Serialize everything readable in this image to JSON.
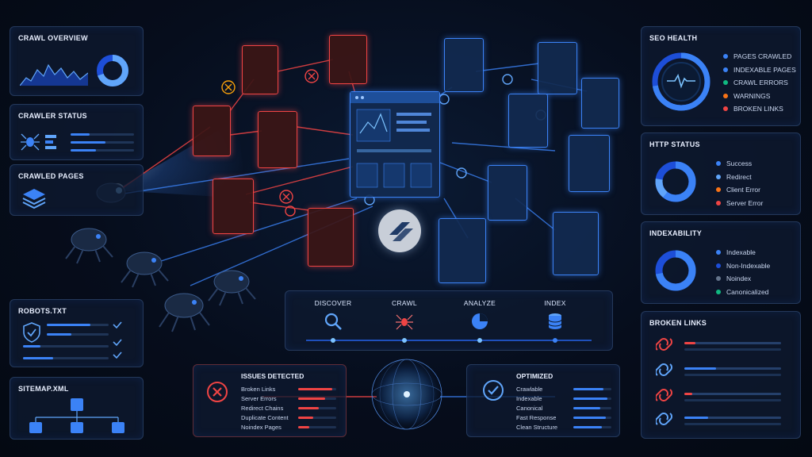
{
  "colors": {
    "accent_blue": "#3b82f6",
    "accent_red": "#ef4444",
    "accent_green": "#10b981",
    "accent_orange": "#f97316",
    "panel_bg": "#0e1a30"
  },
  "left": {
    "crawl_overview": {
      "title": "CRAWL OVERVIEW",
      "icons": [
        "area-chart-icon",
        "donut-chart-icon"
      ]
    },
    "crawler_status": {
      "title": "CRAWLER STATUS",
      "icons": [
        "spider-icon",
        "code-icon"
      ]
    },
    "crawled_pages": {
      "title": "CRAWLED PAGES",
      "icons": [
        "layers-icon"
      ]
    },
    "robots_txt": {
      "title": "ROBOTS.TXT",
      "icons": [
        "shield-check-icon",
        "check-icon"
      ]
    },
    "sitemap_xml": {
      "title": "SITEMAP.XML",
      "icons": [
        "sitemap-tree-icon"
      ]
    }
  },
  "right": {
    "seo_health": {
      "title": "SEO HEALTH",
      "icon": "heartbeat-icon",
      "legend": [
        {
          "label": "PAGES CRAWLED",
          "color": "#3b82f6"
        },
        {
          "label": "INDEXABLE PAGES",
          "color": "#3b82f6"
        },
        {
          "label": "CRAWL ERRORS",
          "color": "#10b981"
        },
        {
          "label": "WARNINGS",
          "color": "#f97316"
        },
        {
          "label": "BROKEN LINKS",
          "color": "#ef4444"
        }
      ]
    },
    "http_status": {
      "title": "HTTP STATUS",
      "legend": [
        {
          "label": "Success",
          "color": "#3b82f6"
        },
        {
          "label": "Redirect",
          "color": "#60a5fa"
        },
        {
          "label": "Client Error",
          "color": "#f97316"
        },
        {
          "label": "Server Error",
          "color": "#ef4444"
        }
      ]
    },
    "indexability": {
      "title": "INDEXABILITY",
      "legend": [
        {
          "label": "Indexable",
          "color": "#3b82f6"
        },
        {
          "label": "Non-Indexable",
          "color": "#1d4ed8"
        },
        {
          "label": "Noindex",
          "color": "#64748b"
        },
        {
          "label": "Canonicalized",
          "color": "#10b981"
        }
      ]
    },
    "broken_links": {
      "title": "BROKEN LINKS",
      "icon": "broken-link-icon"
    }
  },
  "pipeline": {
    "stages": [
      {
        "label": "DISCOVER",
        "icon": "magnifier-icon"
      },
      {
        "label": "CRAWL",
        "icon": "spider-icon"
      },
      {
        "label": "ANALYZE",
        "icon": "pie-chart-icon"
      },
      {
        "label": "INDEX",
        "icon": "database-icon"
      }
    ]
  },
  "issues": {
    "title": "ISSUES DETECTED",
    "icon": "x-circle-icon",
    "items": [
      "Broken Links",
      "Server Errors",
      "Redirect Chains",
      "Duplicate Content",
      "Noindex Pages"
    ]
  },
  "optimized": {
    "title": "OPTIMIZED",
    "icon": "check-circle-icon",
    "items": [
      "Crawlable",
      "Indexable",
      "Canonical",
      "Fast Response",
      "Clean Structure"
    ]
  },
  "center": {
    "logo_icon": "brand-logo-icon",
    "sphere_icon": "globe-sphere-icon"
  }
}
